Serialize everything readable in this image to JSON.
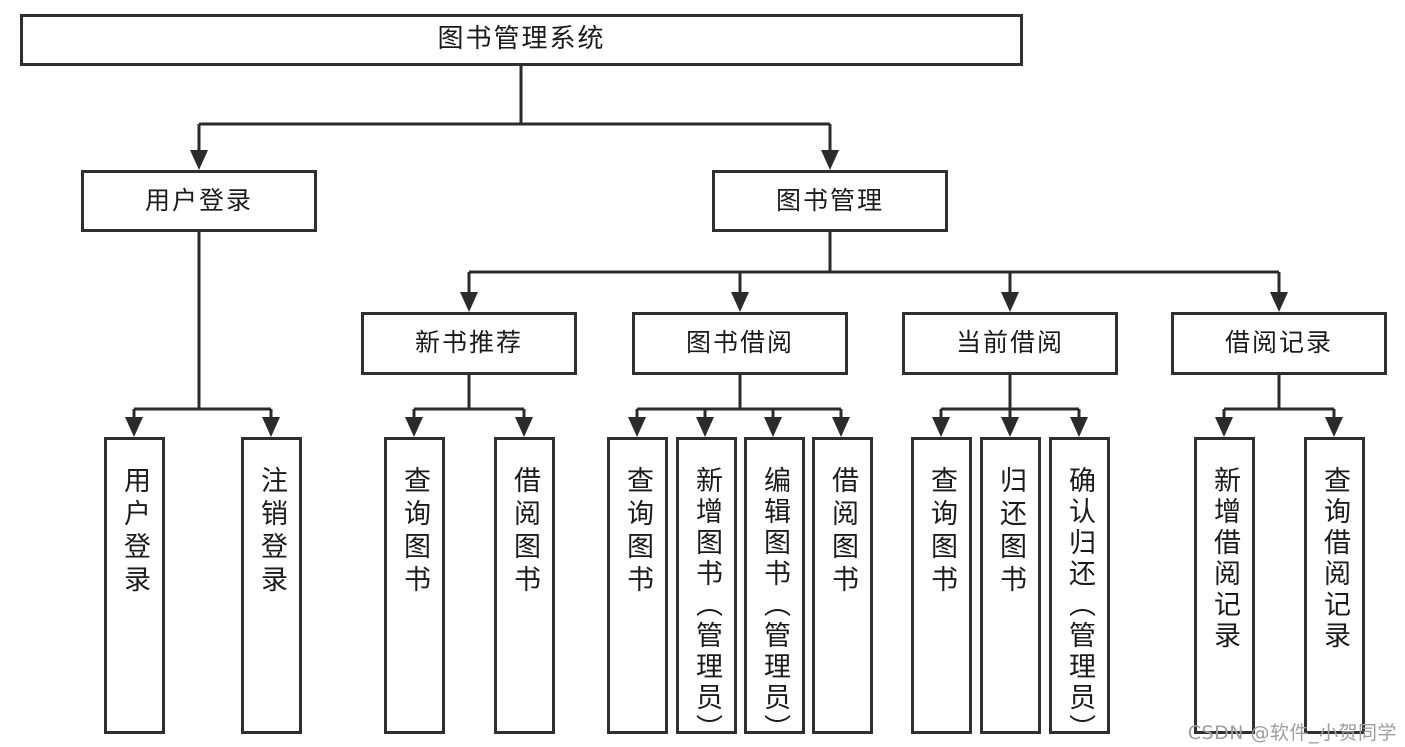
{
  "diagram": {
    "title": "图书管理系统",
    "type": "tree",
    "colors": {
      "box_border": "#2f2f2f",
      "box_fill": "#ffffff",
      "connector": "#2b2b2b",
      "text": "#1b1b1b",
      "watermark": "#9d9d9d",
      "background": "#ffffff"
    }
  },
  "root": {
    "label": "图书管理系统"
  },
  "level2": [
    {
      "label": "用户登录"
    },
    {
      "label": "图书管理"
    }
  ],
  "level3": [
    {
      "label": "新书推荐"
    },
    {
      "label": "图书借阅"
    },
    {
      "label": "当前借阅"
    },
    {
      "label": "借阅记录"
    }
  ],
  "leaves": {
    "user_login": [
      {
        "label": "用户登录"
      },
      {
        "label": "注销登录"
      }
    ],
    "new_book_recommend": [
      {
        "label": "查询图书"
      },
      {
        "label": "借阅图书"
      }
    ],
    "book_borrow": [
      {
        "label": "查询图书"
      },
      {
        "label": "新增图书（管理员）"
      },
      {
        "label": "编辑图书（管理员）"
      },
      {
        "label": "借阅图书"
      }
    ],
    "current_borrow": [
      {
        "label": "查询图书"
      },
      {
        "label": "归还图书"
      },
      {
        "label": "确认归还（管理员）"
      }
    ],
    "borrow_record": [
      {
        "label": "新增借阅记录"
      },
      {
        "label": "查询借阅记录"
      }
    ]
  },
  "watermark": {
    "text": "CSDN @软件_小贺同学"
  }
}
